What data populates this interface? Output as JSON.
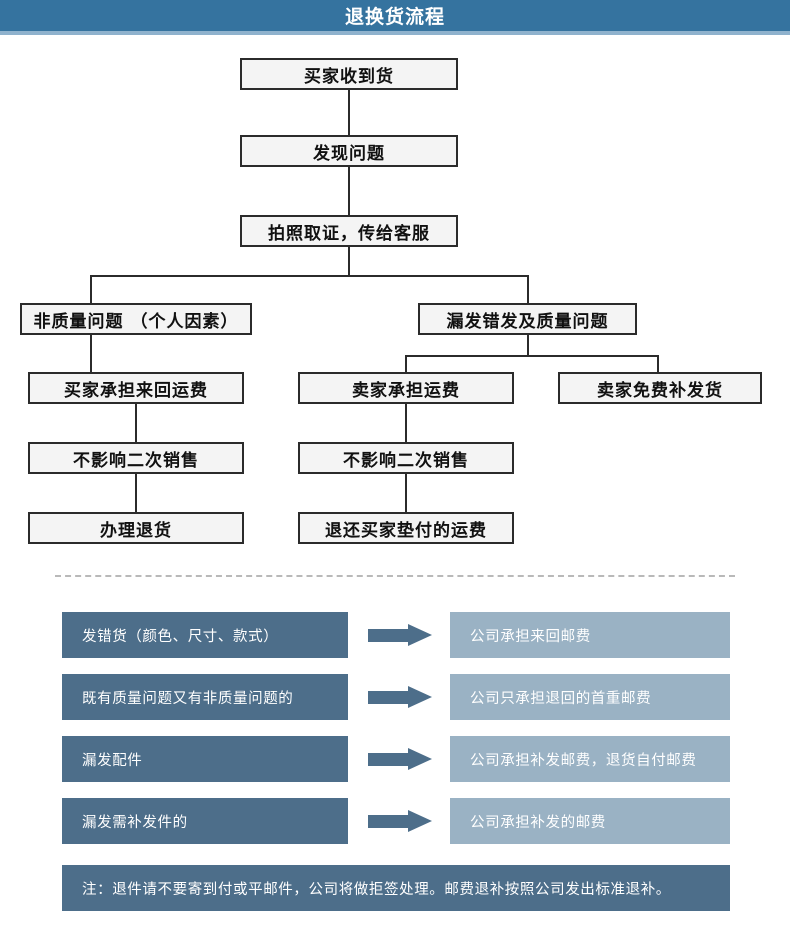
{
  "header": {
    "title": "退换货流程",
    "bar_color": "#35739f",
    "underline_color": "#8fb2cd"
  },
  "flowchart": {
    "nodes": [
      {
        "id": "n1",
        "label": "买家收到货"
      },
      {
        "id": "n2",
        "label": "发现问题"
      },
      {
        "id": "n3",
        "label": "拍照取证，传给客服"
      },
      {
        "id": "n4",
        "label": "非质量问题 （个人因素）"
      },
      {
        "id": "n5",
        "label": "漏发错发及质量问题"
      },
      {
        "id": "n6",
        "label": "买家承担来回运费"
      },
      {
        "id": "n7",
        "label": "卖家承担运费"
      },
      {
        "id": "n8",
        "label": "卖家免费补发货"
      },
      {
        "id": "n9",
        "label": "不影响二次销售"
      },
      {
        "id": "n10",
        "label": "不影响二次销售"
      },
      {
        "id": "n11",
        "label": "办理退货"
      },
      {
        "id": "n12",
        "label": "退还买家垫付的运费"
      }
    ],
    "box_border_color": "#2b2b2b",
    "box_fill_color": "#f4f4f4"
  },
  "policy": {
    "rows": [
      {
        "cause": "发错货（颜色、尺寸、款式）",
        "result": "公司承担来回邮费"
      },
      {
        "cause": "既有质量问题又有非质量问题的",
        "result": "公司只承担退回的首重邮费"
      },
      {
        "cause": "漏发配件",
        "result": "公司承担补发邮费，退货自付邮费"
      },
      {
        "cause": "漏发需补发件的",
        "result": "公司承担补发的邮费"
      }
    ],
    "note": "注：退件请不要寄到付或平邮件，公司将做拒签处理。邮费退补按照公司发出标准退补。",
    "cause_color": "#4d6e8a",
    "result_color": "#9ab2c4",
    "arrow_color": "#4d6e8a",
    "note_color": "#4d6e8a"
  }
}
